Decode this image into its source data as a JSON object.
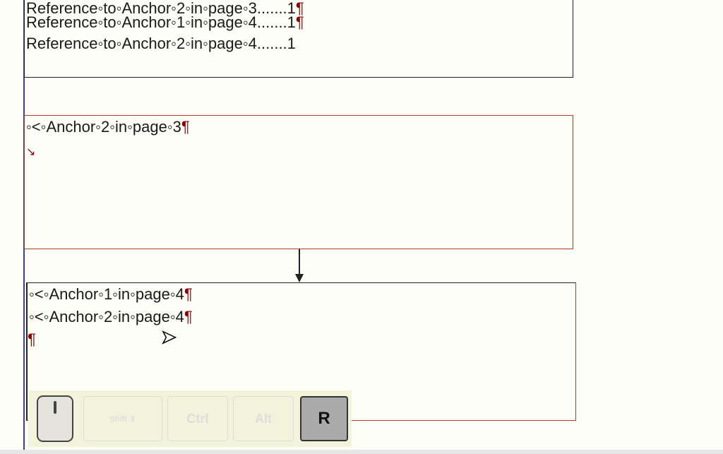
{
  "toc_lines": [
    {
      "text": "Reference◦to◦Anchor◦2◦in◦page◦3.......1",
      "mark": "¶"
    },
    {
      "text": "Reference◦to◦Anchor◦1◦in◦page◦4.......1",
      "mark": "¶"
    },
    {
      "text": "Reference◦to◦Anchor◦2◦in◦page◦4.......1",
      "mark": ""
    }
  ],
  "frame2": {
    "line": "◦<◦Anchor◦2◦in◦page◦3",
    "mark": "¶",
    "break_mark": "↘"
  },
  "frame3": {
    "lines": [
      {
        "text": "◦<◦Anchor◦1◦in◦page◦4",
        "mark": "¶"
      },
      {
        "text": "◦<◦Anchor◦2◦in◦page◦4",
        "mark": "¶"
      },
      {
        "text": "",
        "mark": "¶"
      }
    ]
  },
  "keyboard": {
    "shift": "Shift ⇧",
    "ctrl": "Ctrl",
    "alt": "Alt",
    "key": "R"
  }
}
